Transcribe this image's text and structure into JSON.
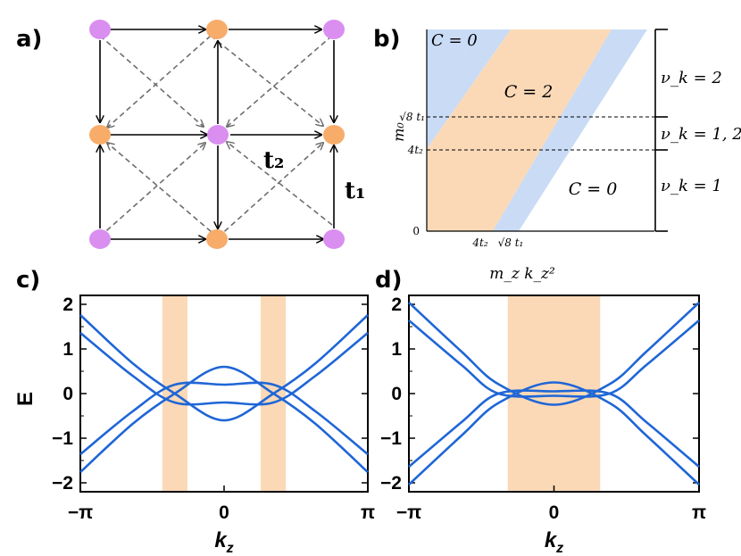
{
  "panel_labels": {
    "a": "a)",
    "b": "b)",
    "c": "c)",
    "d": "d)"
  },
  "colors": {
    "purple_site": "#d98ef0",
    "orange_site": "#f7ac6a",
    "arrow": "#000000",
    "dashed_arrow": "#6e6e6e",
    "band_curve": "#1f66d6",
    "orange_fill": "#fbd9b7",
    "blue_fill": "#c9dbf5"
  },
  "panel_a": {
    "hopping_labels": {
      "t2": "t₂",
      "t1": "t₁"
    },
    "sites": [
      [
        "purple",
        "orange",
        "purple"
      ],
      [
        "orange",
        "purple",
        "orange"
      ],
      [
        "purple",
        "orange",
        "purple"
      ]
    ]
  },
  "panel_b": {
    "ylabel": "m₀",
    "xlabel": "m_z k_z²",
    "y_ticks": {
      "zero": "0",
      "four_t2": "4t₂",
      "sqrt8_t1": "√8 t₁"
    },
    "x_ticks": {
      "four_t2": "4t₂",
      "sqrt8_t1": "√8 t₁"
    },
    "regions": {
      "c0_top": "C = 0",
      "c2": "C = 2",
      "c0_bottom": "C = 0"
    },
    "nu_labels": {
      "top": "ν_k = 2",
      "middle": "ν_k = 1, 2",
      "bottom": "ν_k = 1"
    }
  },
  "chart_data": [
    {
      "type": "line",
      "panel": "c",
      "xlabel": "k_z",
      "ylabel": "E",
      "xlim": [
        -3.1416,
        3.1416
      ],
      "ylim": [
        -2.2,
        2.2
      ],
      "x_ticks": [
        "−π",
        "0",
        "π"
      ],
      "y_ticks": [
        "−2",
        "−1",
        "0",
        "1",
        "2"
      ],
      "shaded_k_ranges": [
        [
          -1.35,
          -0.8
        ],
        [
          0.8,
          1.35
        ]
      ],
      "series": [
        {
          "x": [
            -3.1416,
            -2,
            -1.079,
            0,
            1.079,
            2,
            3.1416
          ],
          "values": [
            1.76,
            0.68,
            0.0,
            -0.6,
            0.0,
            0.68,
            1.76
          ]
        },
        {
          "x": [
            -3.1416,
            -2,
            -1.079,
            0,
            1.079,
            2,
            3.1416
          ],
          "values": [
            -1.76,
            -0.68,
            0.0,
            0.6,
            0.0,
            -0.68,
            -1.76
          ]
        },
        {
          "x": [
            -3.1416,
            -2,
            -1.079,
            0,
            1.079,
            2,
            3.1416
          ],
          "values": [
            1.36,
            0.4,
            -0.2,
            -0.2,
            -0.2,
            0.4,
            1.36
          ]
        },
        {
          "x": [
            -3.1416,
            -2,
            -1.079,
            0,
            1.079,
            2,
            3.1416
          ],
          "values": [
            -1.36,
            -0.4,
            0.2,
            0.2,
            0.2,
            -0.4,
            -1.36
          ]
        }
      ]
    },
    {
      "type": "line",
      "panel": "d",
      "xlabel": "k_z",
      "ylabel": "",
      "xlim": [
        -3.1416,
        3.1416
      ],
      "ylim": [
        -2.2,
        2.2
      ],
      "x_ticks": [
        "−π",
        "0",
        "π"
      ],
      "y_ticks": [
        "−2",
        "−1",
        "0",
        "1",
        "2"
      ],
      "shaded_k_ranges": [
        [
          -1.0,
          1.0
        ]
      ],
      "series": [
        {
          "x": [
            -3.1416,
            -2,
            -1.2,
            0,
            1.2,
            2,
            3.1416
          ],
          "values": [
            2.04,
            0.94,
            0.21,
            -0.25,
            0.21,
            0.94,
            2.04
          ]
        },
        {
          "x": [
            -3.1416,
            -2,
            -1.2,
            0,
            1.2,
            2,
            3.1416
          ],
          "values": [
            -2.04,
            -0.94,
            -0.21,
            0.25,
            -0.21,
            -0.94,
            -2.04
          ]
        },
        {
          "x": [
            -3.1416,
            -2,
            -1.2,
            0,
            1.2,
            2,
            3.1416
          ],
          "values": [
            1.64,
            0.64,
            0.0,
            -0.05,
            0.0,
            0.64,
            1.64
          ]
        },
        {
          "x": [
            -3.1416,
            -2,
            -1.2,
            0,
            1.2,
            2,
            3.1416
          ],
          "values": [
            -1.64,
            -0.64,
            0.0,
            0.05,
            0.0,
            -0.64,
            -1.64
          ]
        }
      ]
    }
  ]
}
